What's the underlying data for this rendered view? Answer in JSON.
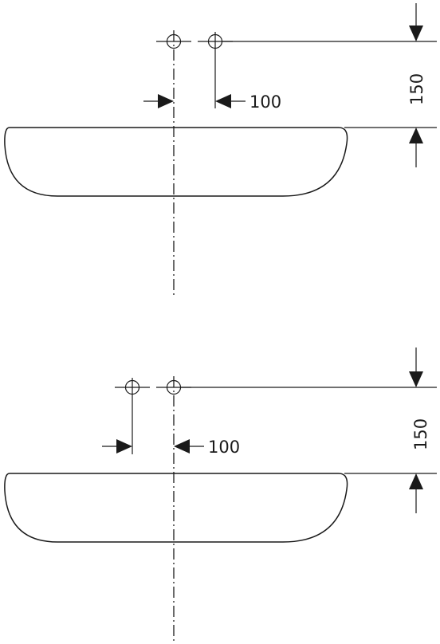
{
  "diagrams": [
    {
      "offset_label": "100",
      "height_label": "150"
    },
    {
      "offset_label": "100",
      "height_label": "150"
    }
  ]
}
